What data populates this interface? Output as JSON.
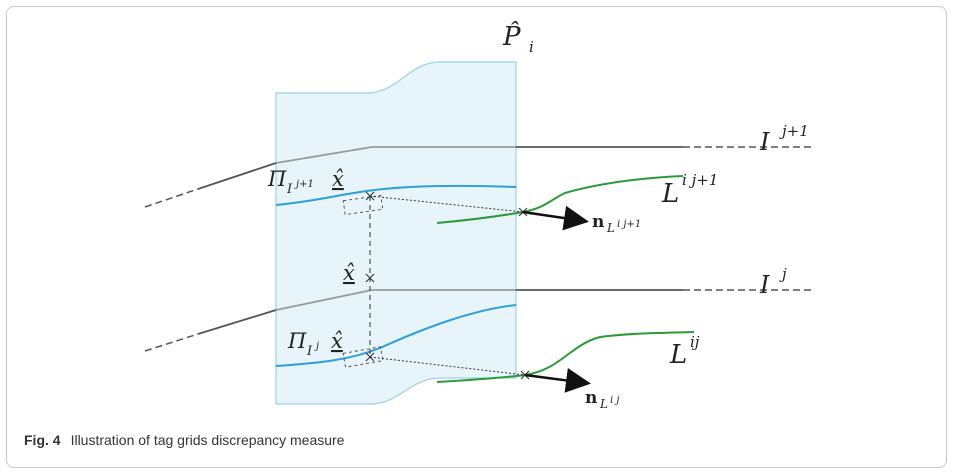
{
  "figure": {
    "plane_label": "P̂",
    "plane_sub": "i",
    "isoline_upper": {
      "base": "I",
      "sup": "j+1"
    },
    "isoline_lower": {
      "base": "I",
      "sup": "j"
    },
    "tagline_upper": {
      "base": "L",
      "sup": "i j+1"
    },
    "tagline_lower": {
      "base": "L",
      "sup": "ij"
    },
    "normal_upper": {
      "base": "n",
      "sub": "L",
      "subsup": "i j+1"
    },
    "normal_lower": {
      "base": "n",
      "sub": "L",
      "subsup": "i j"
    },
    "proj_upper": {
      "pi": "Π",
      "sub": "I",
      "subsup": "j+1",
      "point": "x̂"
    },
    "proj_lower": {
      "pi": "Π",
      "sub": "I",
      "subsup": "j",
      "point": "x̂"
    },
    "point_label": "x̂"
  },
  "caption": {
    "label": "Fig. 4",
    "text": "Illustration of tag grids discrepancy measure"
  }
}
